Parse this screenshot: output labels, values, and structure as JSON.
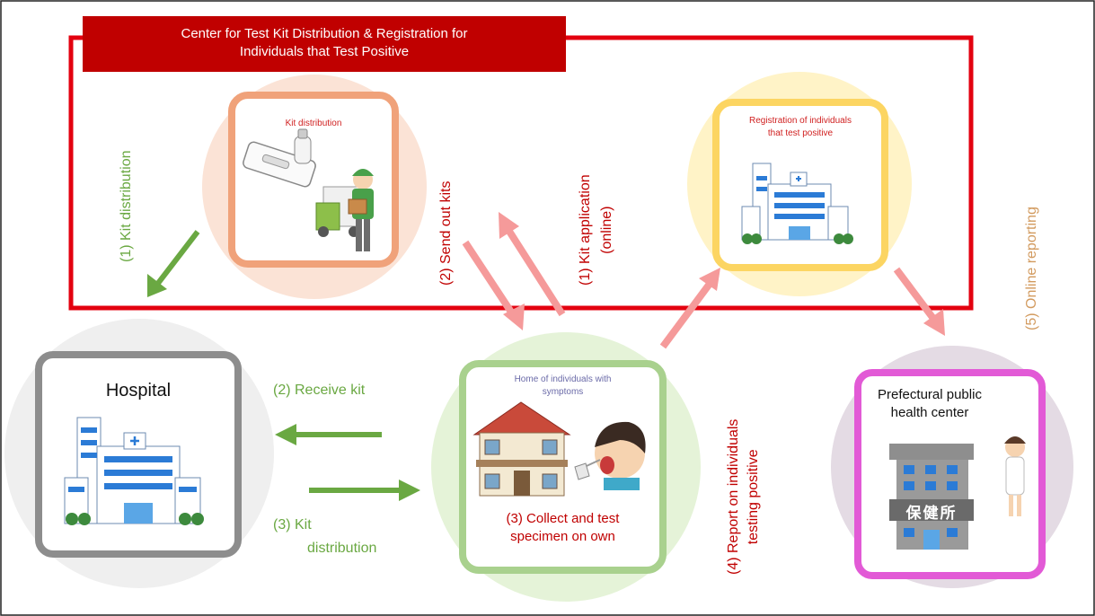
{
  "header": {
    "line1": "Center for Test Kit Distribution & Registration for",
    "line2": "Individuals that Test Positive"
  },
  "kit_box": {
    "label": "Kit distribution"
  },
  "registration_box": {
    "line1": "Registration of individuals",
    "line2": "that test positive"
  },
  "hospital": {
    "title": "Hospital"
  },
  "home": {
    "line1": "Home of individuals with",
    "line2": "symptoms",
    "step_line1": "(3)  Collect and test",
    "step_line2": "specimen on own"
  },
  "health_center": {
    "line1": "Prefectural public",
    "line2": "health center",
    "sign": "保健所"
  },
  "steps": {
    "kit_distribution_1": "(1) Kit distribution",
    "send_out_kits": "(2) Send out kits",
    "kit_application_line1": "(1) Kit application",
    "kit_application_line2": "(online)",
    "online_reporting": "(5) Online reporting",
    "receive_kit": "(2) Receive kit",
    "kit_distribution_3_line1": "(3) Kit",
    "kit_distribution_3_line2": "distribution",
    "report_line1": "(4) Report on individuals",
    "report_line2": "testing positive"
  },
  "colors": {
    "red": "#e3000f",
    "dark_red": "#c00000",
    "green": "#6aa842",
    "pink_arrow": "#f59a9a",
    "orange": "#f0a27a",
    "yellow": "#fcd562",
    "gray": "#8d8d8d",
    "light_green": "#a9d18e",
    "magenta": "#e25ad6",
    "tan": "#d29a5e"
  }
}
